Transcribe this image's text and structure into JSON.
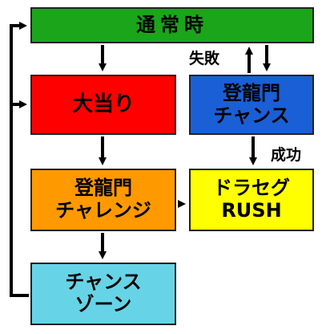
{
  "nodes": {
    "normal": {
      "lines": [
        "通常時"
      ],
      "color": "#1aa51a"
    },
    "jackpot": {
      "lines": [
        "大当り"
      ],
      "color": "#ff0000"
    },
    "chance": {
      "lines": [
        "登龍門",
        "チャンス"
      ],
      "color": "#1a5fd6"
    },
    "challenge": {
      "lines": [
        "登龍門",
        "チャレンジ"
      ],
      "color": "#ff9900"
    },
    "rush": {
      "lines": [
        "ドラセグ",
        "RUSH"
      ],
      "color": "#ffff00"
    },
    "zone": {
      "lines": [
        "チャンス",
        "ゾーン"
      ],
      "color": "#66d4e6"
    }
  },
  "edge_labels": {
    "fail": "失敗",
    "success": "成功"
  },
  "edges": [
    {
      "from": "normal",
      "to": "jackpot"
    },
    {
      "from": "normal",
      "to": "chance"
    },
    {
      "from": "chance",
      "to": "normal",
      "label": "fail"
    },
    {
      "from": "jackpot",
      "to": "challenge"
    },
    {
      "from": "challenge",
      "to": "rush"
    },
    {
      "from": "chance",
      "to": "rush",
      "label": "success"
    },
    {
      "from": "challenge",
      "to": "zone"
    },
    {
      "from": "zone",
      "to": "normal"
    },
    {
      "from": "zone",
      "to": "jackpot"
    }
  ]
}
